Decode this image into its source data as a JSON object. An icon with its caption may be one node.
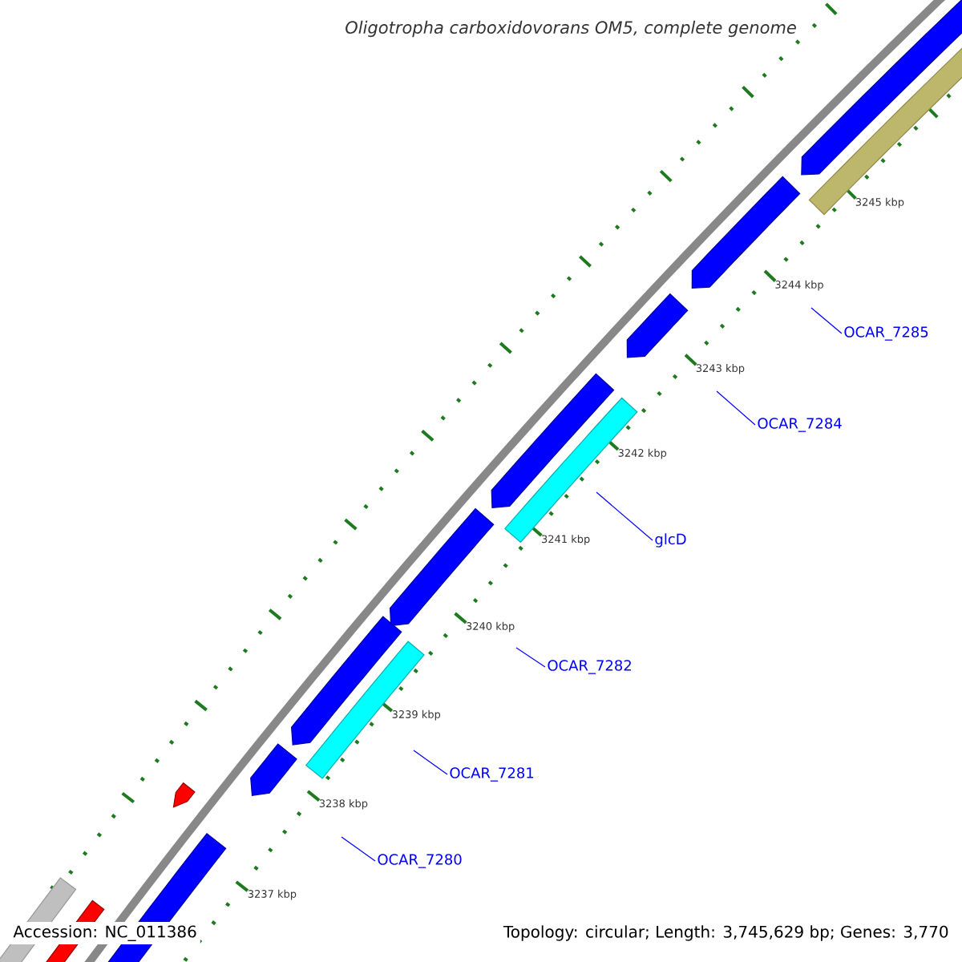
{
  "diagram": {
    "title": "Oligotropha carboxidovorans OM5, complete genome",
    "nodes": [
      {
        "text": [
          "OCAR_7285"
        ]
      },
      {
        "text": [
          "OCAR_7284"
        ]
      },
      {
        "text": [
          "glcD"
        ]
      },
      {
        "text": [
          "OCAR_7282"
        ]
      },
      {
        "text": [
          "OCAR_7281"
        ]
      },
      {
        "text": [
          "OCAR_7280"
        ]
      }
    ],
    "edges": [
      {
        "from": 0,
        "to": null,
        "arrow": "none"
      },
      {
        "from": 1,
        "to": null,
        "arrow": "none"
      },
      {
        "from": 2,
        "to": null,
        "arrow": "none"
      },
      {
        "from": 3,
        "to": null,
        "arrow": "none"
      },
      {
        "from": 4,
        "to": null,
        "arrow": "none"
      },
      {
        "from": 5,
        "to": null,
        "arrow": "none"
      }
    ],
    "labels": [
      "3245 kbp",
      "3244 kbp",
      "3243 kbp",
      "3242 kbp",
      "3241 kbp",
      "3240 kbp",
      "3239 kbp",
      "3238 kbp",
      "3237 kbp",
      "Accession: NC_011386",
      "Topology: circular; Length: 3,745,629 bp; Genes: 3,770"
    ]
  }
}
